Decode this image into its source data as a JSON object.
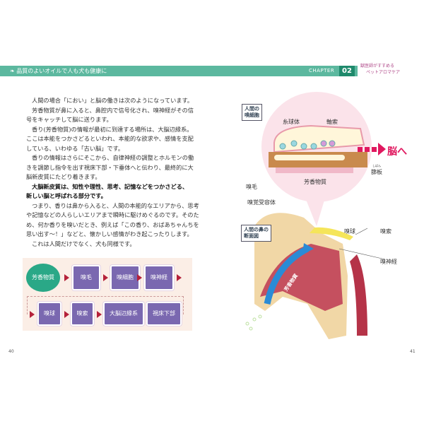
{
  "header": {
    "title": "❧ 品質のよいオイルで人も犬も健康に",
    "chapter_label": "CHAPTER",
    "chapter_number": "02",
    "brand_line1": "獣医師がすすめる",
    "brand_line2": "ペットアロマケア"
  },
  "body_lines": [
    "人間の場合「におい」と脳の働きは次のようになっています。",
    "芳香物質が鼻に入ると、鼻腔内で信号化され、嗅神経がその信",
    "号をキャッチして脳に送ります。",
    "香り(芳香物質)の情報が最初に到達する場所は、大脳辺縁系。",
    "ここは本能をつかさどるといわれ、本能的な欲求や、感情を支配",
    "している、いわゆる「古い脳」です。",
    "香りの情報はさらにそこから、自律神経の調整とホルモンの働",
    "きを調節し指令を出す視床下部・下垂体へと伝わり、最終的に大",
    "脳新皮質にたどり着きます。",
    "大脳新皮質は、知性や理性、思考、記憶などをつかさどる、",
    "新しい脳と呼ばれる部分です。",
    "つまり、香りは鼻から入ると、人間の本能的なエリアから、思考",
    "や記憶などの人らしいエリアまで瞬時に駆けめぐるのです。そのた",
    "め、何か香りを嗅いだとき、例えば「この香り、おばあちゃんちを",
    "思い出す〜！」などと、懐かしい感情がわき起こったりします。",
    "これは人間だけでなく、犬も同様です。"
  ],
  "flow": {
    "start": "芳香物質",
    "row1": [
      "嗅毛",
      "嗅細胞",
      "嗅神経"
    ],
    "row2": [
      "嗅球",
      "嗅索",
      "大脳辺縁系",
      "視床下部"
    ]
  },
  "diagram_cell": {
    "title1": "人間の",
    "title2": "嗅細胞",
    "glomerulus": "糸球体",
    "axon": "軸索",
    "to_brain": "脳へ",
    "cribriform_ruby": "しばん",
    "cribriform": "篩板",
    "cilia": "嗅毛",
    "aroma": "芳香物質",
    "receptor": "嗅覚受容体"
  },
  "diagram_nose": {
    "title1": "人間の鼻の",
    "title2": "断面図",
    "bulb": "嗅球",
    "tract": "嗅索",
    "nerve": "嗅神経",
    "aroma": "芳香物質"
  },
  "pages": {
    "left": "40",
    "right": "41"
  },
  "colors": {
    "header": "#5cb89f",
    "node": "#7a68b0",
    "start": "#2aa887",
    "arrow": "#b5213a",
    "brain_arrow": "#e0185f"
  }
}
